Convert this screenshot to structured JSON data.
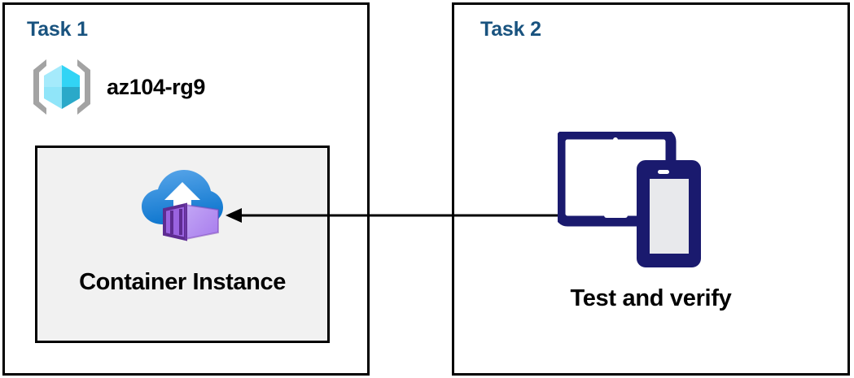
{
  "diagram": {
    "title": "Azure Container Instance task flow",
    "background": "#ffffff",
    "colors": {
      "panel_border": "#000000",
      "task_label": "#19537f",
      "card_fill": "#f1f1f1",
      "device_navy": "#1a1a6e",
      "arrow": "#000000",
      "rg_bracket": "#a3a3a3",
      "rg_cube_light": "#a5eafb",
      "rg_cube_mid": "#32d4f5",
      "rg_cube_dark": "#2aa9c9",
      "cloud_light": "#50a3e8",
      "cloud_dark": "#0f7ad0",
      "container_light": "#b694f0",
      "container_mid": "#9a63e0",
      "container_dark": "#5e2c92"
    }
  },
  "panels": [
    {
      "id": "task1",
      "label": "Task 1",
      "resource_group": {
        "icon": "azure-resource-group-icon",
        "name": "az104-rg9"
      },
      "card": {
        "icon": "azure-container-instance-icon",
        "title": "Container Instance"
      }
    },
    {
      "id": "task2",
      "label": "Task 2",
      "device": {
        "icon": "tablet-and-phone-icon",
        "title": "Test and verify"
      }
    }
  ],
  "connector": {
    "name": "verify-flow-arrow",
    "from": "Test and verify",
    "to": "Container Instance",
    "direction": "right-to-left",
    "style": "solid-line-with-arrowhead"
  }
}
